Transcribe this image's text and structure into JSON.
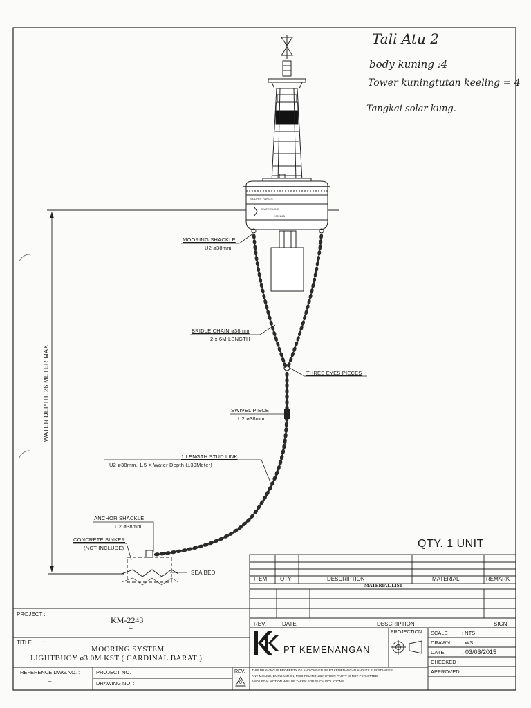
{
  "handwritten_notes": [
    "Tali Atu   2",
    "body kuning :4",
    "Tower kuningtutan keeling = 4",
    "Tangkai solar kung."
  ],
  "labels": {
    "mooring_shackle": {
      "title": "MOORING SHACKLE",
      "spec": "U2 ø38mm"
    },
    "bridle_chain": {
      "title": "BRIDLE CHAIN ø38mm",
      "spec": "2 x 6M LENGTH"
    },
    "three_eyes": {
      "title": "THREE EYES PIECES"
    },
    "swivel": {
      "title": "SWIVEL PIECE",
      "spec": "U2 ø38mm"
    },
    "stud_link": {
      "title": "1 LENGTH STUD LINK",
      "spec": "U2 ø38mm, 1.5 X Water Depth (±39Meter)"
    },
    "anchor_shackle": {
      "title": "ANCHOR SHACKLE",
      "spec": "U2 ø38mm"
    },
    "concrete_sinker": {
      "title": "CONCRETE SINKER",
      "spec": "(NOT INCLUDE)"
    },
    "sea_bed": "SEA BED",
    "water_depth": "WATER DEPTH. 26 METER MAX."
  },
  "qty": "QTY.  1  UNIT",
  "material_list": {
    "headers": [
      "ITEM",
      "QTY",
      "DESCRIPTION",
      "MATERIAL",
      "REMARK"
    ],
    "caption": "MATERIAL LIST"
  },
  "revision": {
    "headers": [
      "REV.",
      "DATE",
      "DESCRIPTION",
      "SIGN"
    ]
  },
  "project": {
    "label": "PROJECT :",
    "value": "KM-2243",
    "sub": "–"
  },
  "title_block": {
    "title_label": "TITLE",
    "title_colon": ":",
    "line1": "MOORING SYSTEM",
    "line2": "LIGHTBUOY ø3.0M KST ( CARDINAL BARAT )"
  },
  "reference": {
    "label": "REFERENCE DWG.NO. :",
    "value": "–",
    "project_no": "PROJECT NO. : –",
    "drawing_no": "DRAWING NO. : –",
    "rev_label": "REV.",
    "rev_value": "0"
  },
  "company": {
    "name": "PT KEMENANGAN",
    "projection_label": "PROJECTION",
    "disclaimer": [
      "THIS DRAWING IS PROPERTY OF AND OWNED BY PT KEMENANGAN AND ITS SUBSIDIARIES.",
      "ANY MISUSE, DUPLICATION, MODIFICATION BY OTHER PARTY IS NOT PERMITTED,",
      "AND LEGAL ACTION WILL BE TAKEN FOR SUCH VIOLATIONS."
    ]
  },
  "info": {
    "scale": {
      "label": "SCALE",
      "value": ": NTS"
    },
    "drawn": {
      "label": "DRAWN",
      "value": ": WS"
    },
    "date": {
      "label": "DATE",
      "value": ": 03/03/2015"
    },
    "checked": {
      "label": "CHECKED :",
      "value": ""
    },
    "approved": {
      "label": "APPROVED:",
      "value": ""
    }
  },
  "buoy_text": {
    "line1": "SUDHIR PANDIT",
    "line2": "WATER LINE",
    "line3": "KM2243"
  }
}
